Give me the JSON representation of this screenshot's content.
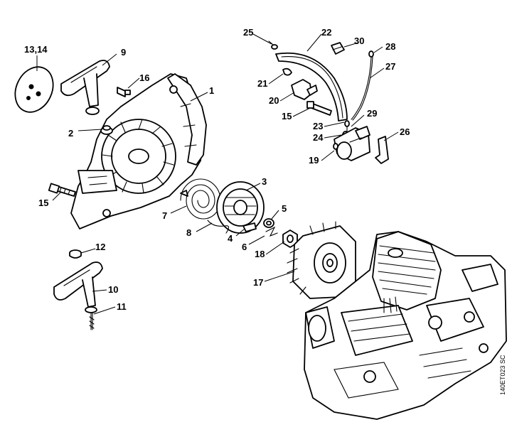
{
  "diagram": {
    "drawing_code": "140ET023 SC",
    "callouts": {
      "c1": "1",
      "c2": "2",
      "c3": "3",
      "c4": "4",
      "c5": "5",
      "c6": "6",
      "c7": "7",
      "c8": "8",
      "c9": "9",
      "c10": "10",
      "c11": "11",
      "c12": "12",
      "c13_14": "13,14",
      "c15a": "15",
      "c15b": "15",
      "c16": "16",
      "c17": "17",
      "c18": "18",
      "c19": "19",
      "c20": "20",
      "c21": "21",
      "c22": "22",
      "c23": "23",
      "c24": "24",
      "c25": "25",
      "c26": "26",
      "c27": "27",
      "c28": "28",
      "c29": "29",
      "c30": "30"
    }
  }
}
